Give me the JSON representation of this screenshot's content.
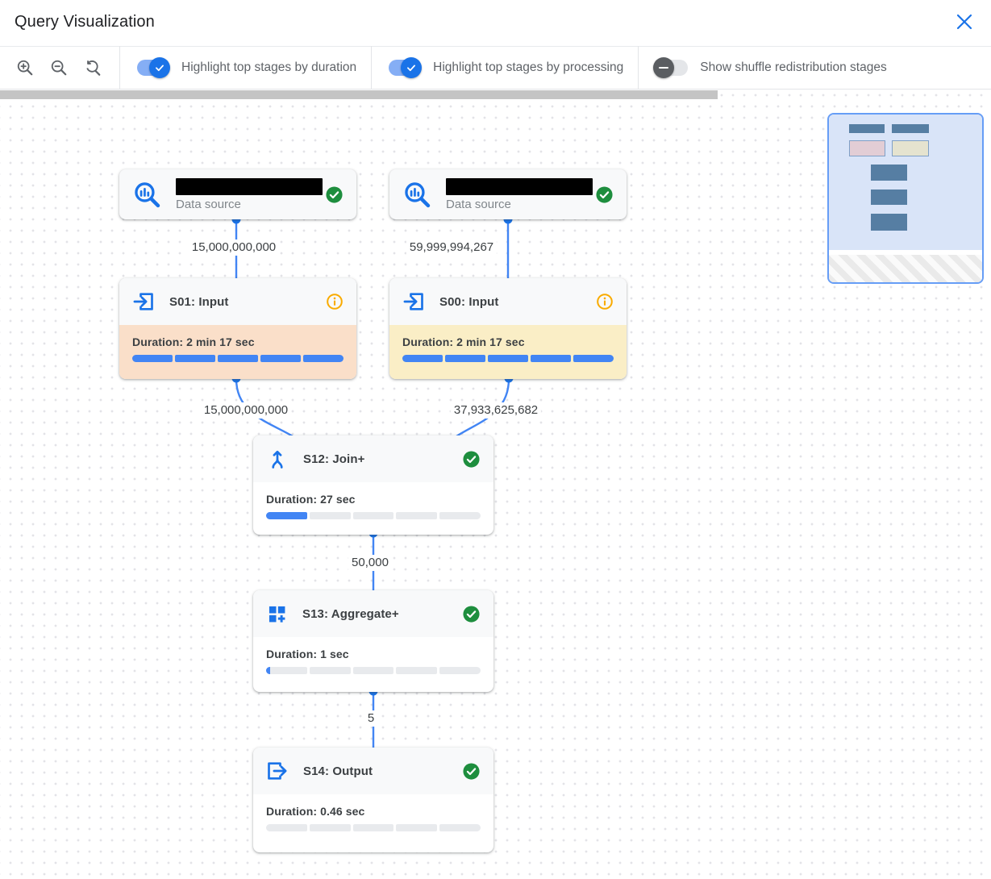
{
  "header": {
    "title": "Query Visualization"
  },
  "toolbar": {
    "zoom_buttons": [
      "zoom-in",
      "zoom-out",
      "zoom-reset"
    ],
    "toggles": [
      {
        "label": "Highlight top stages by duration",
        "state": "on"
      },
      {
        "label": "Highlight top stages by processing",
        "state": "on"
      },
      {
        "label": "Show shuffle redistribution stages",
        "state": "off"
      }
    ]
  },
  "colors": {
    "accent_blue": "#1a73e8",
    "edge_blue": "#4285f4",
    "success_green": "#1e8e3e",
    "info_orange": "#f9ab00",
    "duration_highlight": "#fadfc9",
    "processing_highlight": "#faeec6",
    "bar_fill": "#4285f4",
    "bar_track": "#e8eaed"
  },
  "graph": {
    "nodes": [
      {
        "id": "ds1",
        "type": "data-source",
        "subtitle": "Data source",
        "name_redacted": true,
        "status_icon": "check-circle"
      },
      {
        "id": "ds2",
        "type": "data-source",
        "subtitle": "Data source",
        "name_redacted": true,
        "status_icon": "check-circle"
      },
      {
        "id": "s01",
        "type": "input",
        "title": "S01: Input",
        "status_icon": "info-circle",
        "duration_label": "Duration: 2 min 17 sec",
        "progress_percent": 100,
        "highlight": "duration"
      },
      {
        "id": "s00",
        "type": "input",
        "title": "S00: Input",
        "status_icon": "info-circle",
        "duration_label": "Duration: 2 min 17 sec",
        "progress_percent": 100,
        "highlight": "processing"
      },
      {
        "id": "s12",
        "type": "join",
        "title": "S12: Join+",
        "status_icon": "check-circle",
        "duration_label": "Duration: 27 sec",
        "progress_percent": 20,
        "highlight": "none"
      },
      {
        "id": "s13",
        "type": "aggregate",
        "title": "S13: Aggregate+",
        "status_icon": "check-circle",
        "duration_label": "Duration: 1 sec",
        "progress_percent": 2,
        "highlight": "none"
      },
      {
        "id": "s14",
        "type": "output",
        "title": "S14: Output",
        "status_icon": "check-circle",
        "duration_label": "Duration: 0.46 sec",
        "progress_percent": 0,
        "highlight": "none"
      }
    ],
    "edges": [
      {
        "from": "ds1",
        "to": "s01",
        "label": "15,000,000,000"
      },
      {
        "from": "ds2",
        "to": "s00",
        "label": "59,999,994,267"
      },
      {
        "from": "s01",
        "to": "s12",
        "label": "15,000,000,000"
      },
      {
        "from": "s00",
        "to": "s12",
        "label": "37,933,625,682"
      },
      {
        "from": "s12",
        "to": "s13",
        "label": "50,000"
      },
      {
        "from": "s13",
        "to": "s14",
        "label": "5"
      }
    ]
  },
  "icons": [
    "close-icon",
    "zoom-in-icon",
    "zoom-out-icon",
    "zoom-reset-icon",
    "data-source-icon",
    "input-icon",
    "join-icon",
    "aggregate-icon",
    "output-icon",
    "check-circle-icon",
    "info-circle-icon"
  ]
}
